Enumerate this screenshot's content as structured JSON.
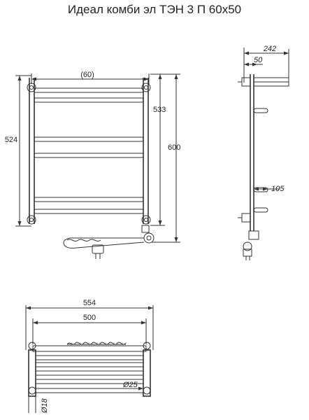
{
  "title": "Идеал комби эл ТЭН 3 П 60х50",
  "front_view": {
    "dim_width_label": "(60)",
    "dim_height_left": "524",
    "dim_height_inner": "533",
    "dim_height_total": "600"
  },
  "side_view": {
    "dim_depth_total": "242",
    "dim_wall_offset": "50",
    "dim_shelf_offset": "105"
  },
  "top_view": {
    "dim_outer_width": "554",
    "dim_inner_width": "500",
    "dim_pipe_diameter": "Ø25",
    "dim_mount_diameter": "Ø18"
  }
}
